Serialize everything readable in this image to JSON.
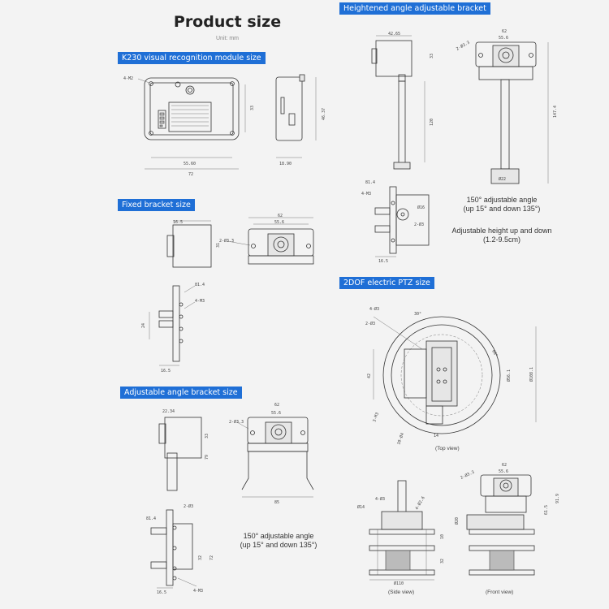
{
  "title": "Product size",
  "unit": "Unit: mm",
  "sections": {
    "k230": "K230 visual recognition module size",
    "fixed": "Fixed bracket size",
    "adjustable": "Adjustable angle bracket size",
    "heightened": "Heightened angle adjustable bracket",
    "ptz": "2DOF electric PTZ size"
  },
  "notes": {
    "heightened_angle_1": "150° adjustable angle",
    "heightened_angle_2": "(up 15° and down 135°)",
    "heightened_height_1": "Adjustable height up and down",
    "heightened_height_2": "(1.2-9.5cm)",
    "adjustable_angle_1": "150° adjustable angle",
    "adjustable_angle_2": "(up 15° and down 135°)"
  },
  "captions": {
    "top_view": "(Top view)",
    "side_view": "(Side view)",
    "front_view": "(Front view)"
  },
  "dims": {
    "k230_hole": "4-M2",
    "k230_h": "33",
    "k230_w1": "55.60",
    "k230_w2": "72",
    "k230_side_h": "46.37",
    "k230_side_w": "18.90",
    "fx_16_5": "16.5",
    "fx_31": "31",
    "fx_62": "62",
    "fx_55_6": "55.6",
    "fx_2_3_3": "2-Ø3.3",
    "fx_81_4": "81.4",
    "fx_4_m3": "4-M3",
    "fx_24": "24",
    "fx_16_5b": "16.5",
    "ad_22_34": "22.34",
    "ad_33": "33",
    "ad_79": "79",
    "ad_62": "62",
    "ad_55_6": "55.6",
    "ad_2_3_3": "2-Ø3.3",
    "ad_85": "85",
    "ad_81_4": "81.4",
    "ad_2_3": "2-Ø3",
    "ad_32": "32",
    "ad_72": "72",
    "ad_16_5": "16.5",
    "ad_4_m3": "4-M3",
    "ht_42_65": "42.65",
    "ht_33": "33",
    "ht_62": "62",
    "ht_55_6": "55.6",
    "ht_2_3_3": "2-Ø3.3",
    "ht_120": "120",
    "ht_147_4": "147.4",
    "ht_22": "Ø22",
    "ht_81_4": "81.4",
    "ht_4_m3": "4-M3",
    "ht_16": "Ø16",
    "ht_2_3": "2-Ø3",
    "ht_16_5": "16.5",
    "pt_30": "30°",
    "pt_4_3": "4-Ø3",
    "pt_2_3": "2-Ø3",
    "pt_60": "60°",
    "pt_56_1": "Ø56.1",
    "pt_108_1": "Ø108.1",
    "pt_3_m3": "3-M3",
    "pt_10_4": "10-Ø4",
    "pt_42": "42",
    "pt_14": "14",
    "pt_s_14": "Ø14",
    "pt_s_4_3": "4-Ø3",
    "pt_s_4_2_6": "4-Ø2.6",
    "pt_s_110": "Ø110",
    "pt_s_10": "10",
    "pt_s_32": "32",
    "pt_f_62": "62",
    "pt_f_55_6": "55.6",
    "pt_f_2_3_3": "2-Ø3.3",
    "pt_f_20": "Ø20",
    "pt_f_61_5": "61.5",
    "pt_f_91_9": "91.9"
  }
}
